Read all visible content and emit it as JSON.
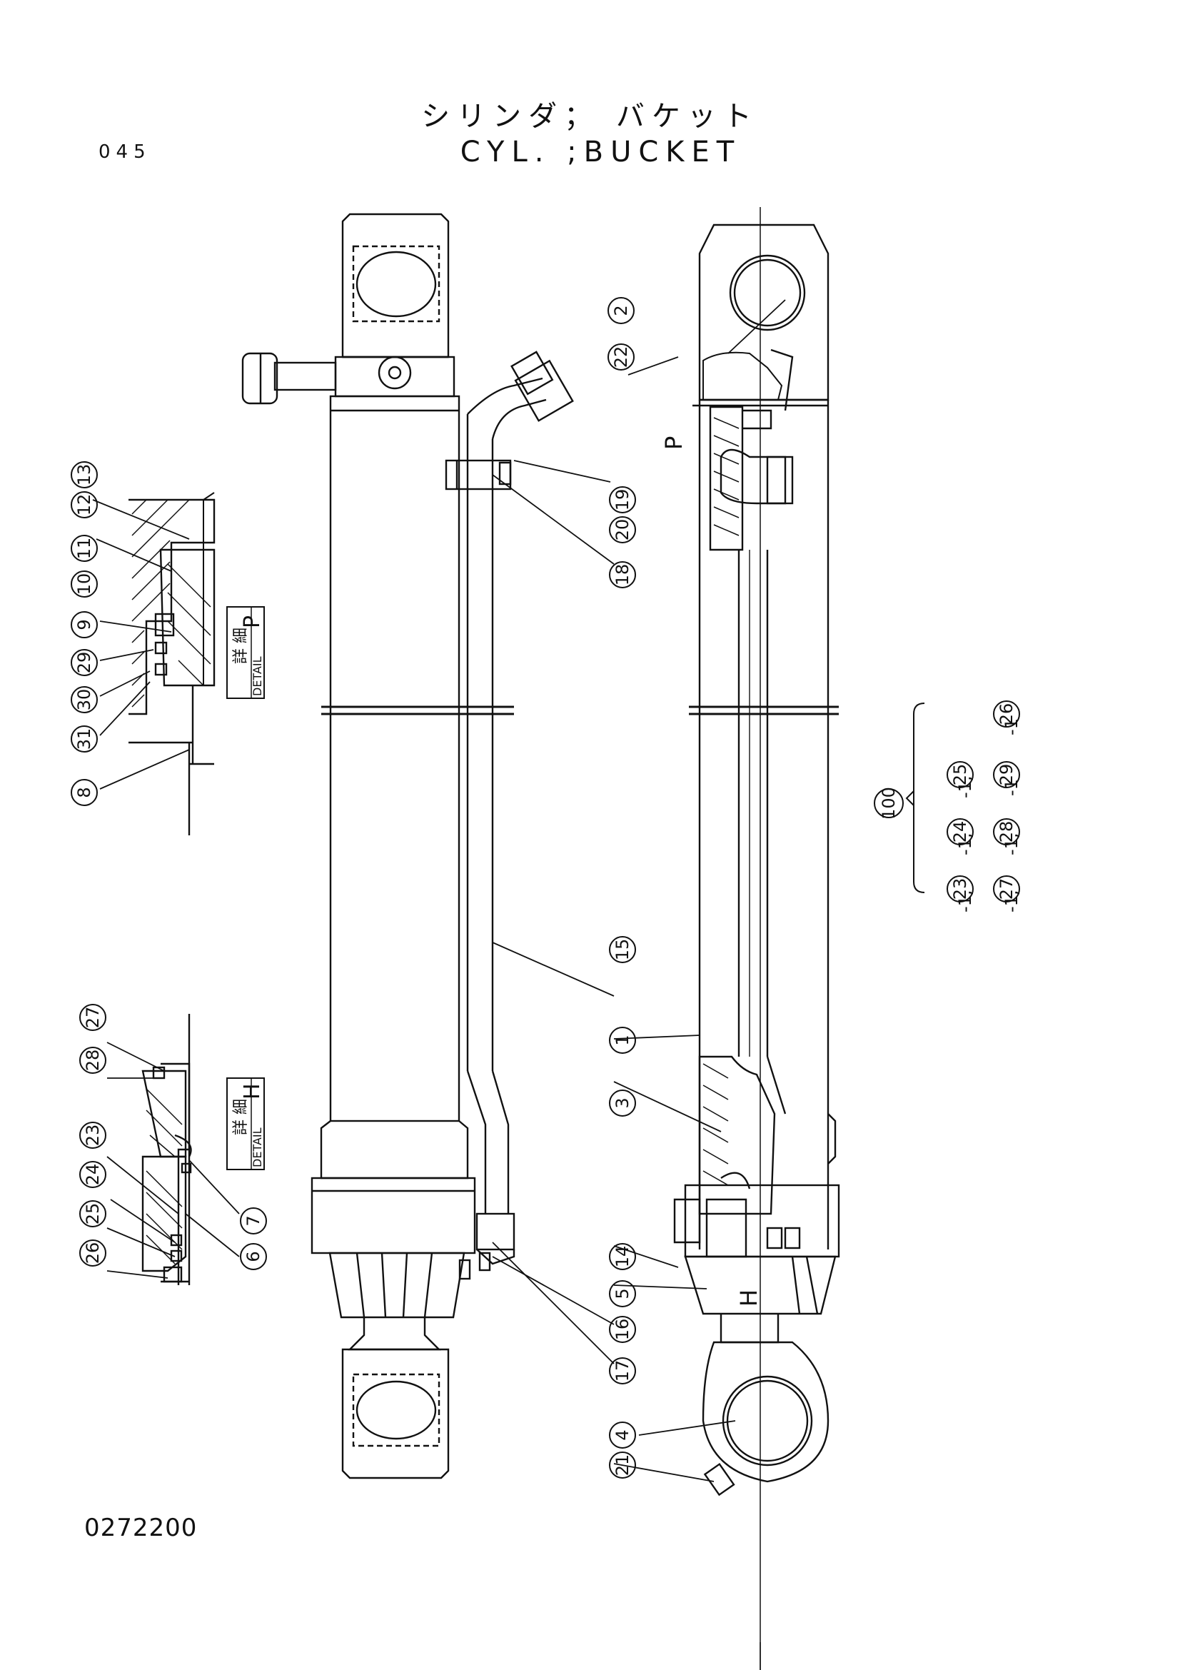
{
  "header": {
    "title_jp": "シリンダ； バケット",
    "title_en": "CYL. ;BUCKET",
    "page_number": "045"
  },
  "footer": {
    "drawing_number": "0272200"
  },
  "details": {
    "p": {
      "jp": "詳 細",
      "en": "DETAIL",
      "letter": "P"
    },
    "h": {
      "jp": "詳 細",
      "en": "DETAIL",
      "letter": "H"
    }
  },
  "markers": {
    "p": "P",
    "h": "H"
  },
  "callouts": {
    "c1": "1",
    "c2": "2",
    "c3": "3",
    "c4": "4",
    "c5": "5",
    "c6": "6",
    "c7": "7",
    "c8": "8",
    "c9": "9",
    "c10": "10",
    "c11": "11",
    "c12": "12",
    "c13": "13",
    "c14": "14",
    "c15": "15",
    "c16": "16",
    "c17": "17",
    "c18": "18",
    "c19": "19",
    "c20": "20",
    "c21": "21",
    "c22": "22",
    "c23": "23",
    "c24": "24",
    "c25": "25",
    "c26": "26",
    "c27": "27",
    "c28": "28",
    "c29": "29",
    "c30": "30",
    "c31": "31",
    "c100": "100"
  },
  "kit": {
    "suffix": "-1,",
    "suffix_last": "-1"
  }
}
